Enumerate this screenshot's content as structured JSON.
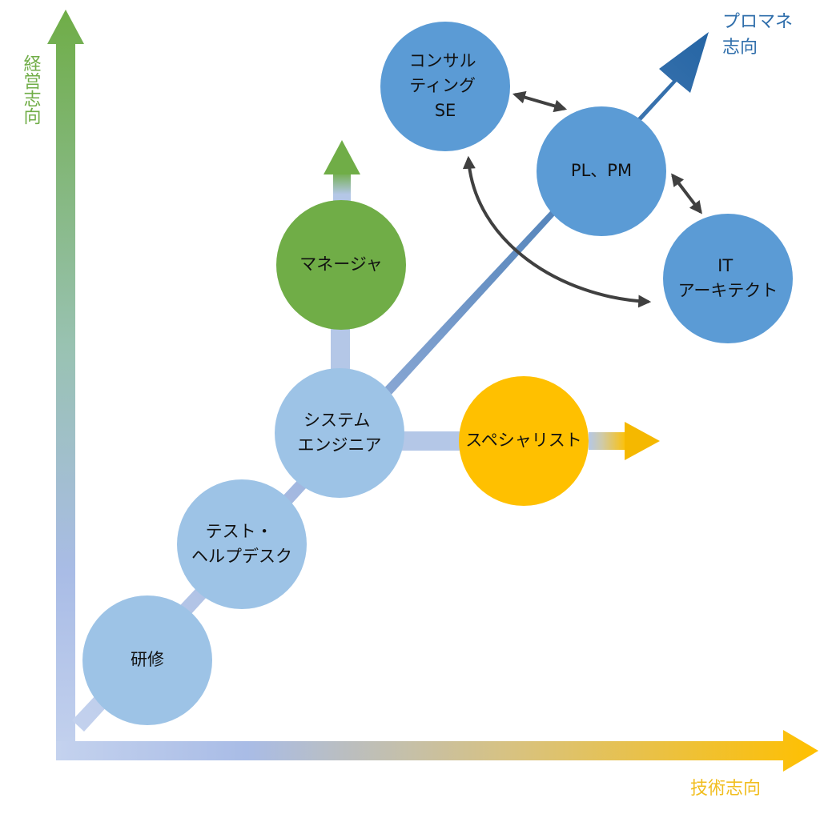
{
  "axes": {
    "vertical": {
      "label": "経営志向",
      "color": "#6fad47"
    },
    "horizontal": {
      "label": "技術志向",
      "color": "#f1be20"
    },
    "diagonal": {
      "label": "プロマネ志向",
      "label_lines": [
        "プロマネ",
        "志向"
      ],
      "color": "#2f6eab"
    }
  },
  "nodes": {
    "training": {
      "lines": [
        "研修"
      ],
      "fill": "#9dc3e6"
    },
    "test_helpdesk": {
      "lines": [
        "テスト・",
        "ヘルプデスク"
      ],
      "fill": "#9dc3e6"
    },
    "system_engineer": {
      "lines": [
        "システム",
        "エンジニア"
      ],
      "fill": "#9dc3e6"
    },
    "manager": {
      "lines": [
        "マネージャ"
      ],
      "fill": "#70ad47"
    },
    "specialist": {
      "lines": [
        "スペシャリスト"
      ],
      "fill": "#ffc000"
    },
    "consulting_se": {
      "lines": [
        "コンサル",
        "ティング",
        "SE"
      ],
      "fill": "#5b9bd5"
    },
    "pl_pm": {
      "lines": [
        "PL、PM"
      ],
      "fill": "#5b9bd5"
    },
    "it_architect": {
      "lines": [
        "IT",
        "アーキテクト"
      ],
      "fill": "#5b9bd5"
    }
  },
  "colors": {
    "path_light": "#b4c7e7",
    "connector_dark": "#404040",
    "management_arrow": "#70ad47",
    "specialist_arrow": "#ffc000",
    "diagonal_arrow": "#2e75b6"
  }
}
